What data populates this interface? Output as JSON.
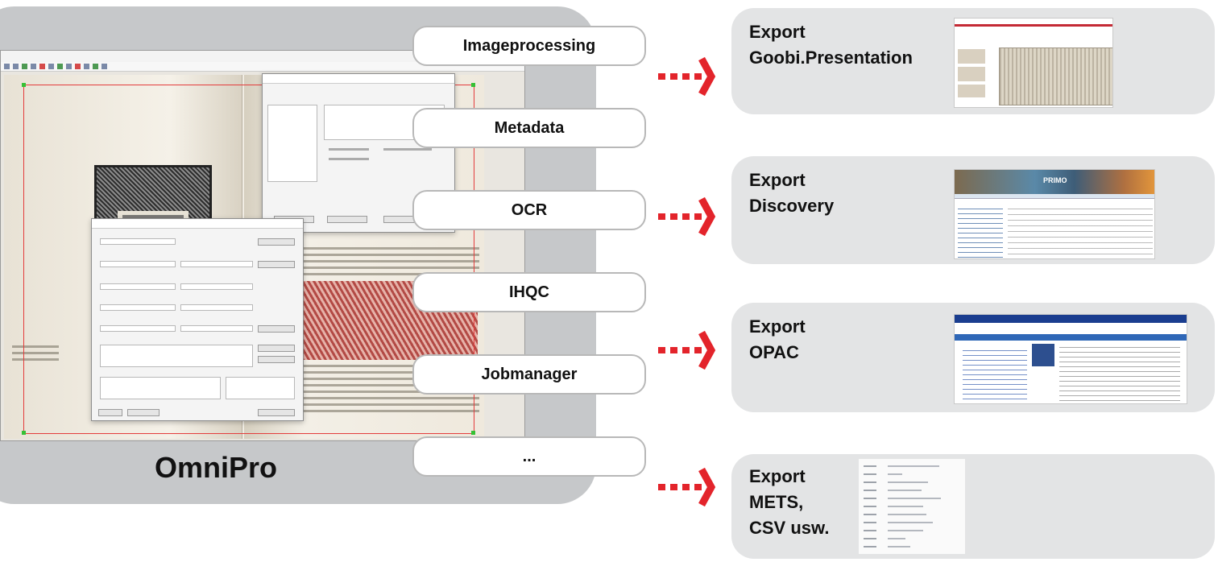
{
  "omnipro": {
    "title": "OmniPro"
  },
  "modules": [
    {
      "label": "Imageprocessing"
    },
    {
      "label": "Metadata"
    },
    {
      "label": "OCR"
    },
    {
      "label": "IHQC"
    },
    {
      "label": "Jobmanager"
    },
    {
      "label": "..."
    }
  ],
  "exports": [
    {
      "line1": "Export",
      "line2": "Goobi.Presentation",
      "line3": ""
    },
    {
      "line1": "Export",
      "line2": "Discovery",
      "line3": ""
    },
    {
      "line1": "Export",
      "line2": "OPAC",
      "line3": ""
    },
    {
      "line1": "Export",
      "line2": "METS,",
      "line3": "CSV usw."
    }
  ],
  "thumbnails": {
    "primo_banner": "PRIMO"
  },
  "colors": {
    "panel": "#c6c8ca",
    "export_bg": "#e3e4e5",
    "arrow": "#e3242b"
  }
}
